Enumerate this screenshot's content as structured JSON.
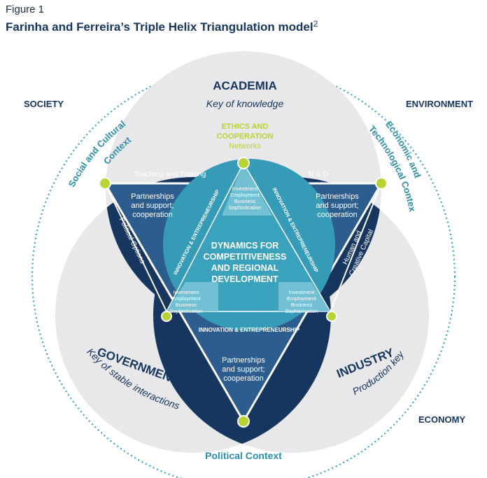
{
  "figure": {
    "label": "Figure 1",
    "title": "Farinha and Ferreira’s Triple Helix Triangulation model",
    "title_superscript": "2"
  },
  "outer": {
    "society": "SOCIETY",
    "environment": "ENVIRONMENT",
    "economy": "ECONOMY",
    "political_context": "Political Context",
    "social_cultural_line1": "Social and Cultural",
    "social_cultural_line2": "Context",
    "econ_tech_line1": "Economic and",
    "econ_tech_line2": "Technological Context"
  },
  "academia": {
    "name": "ACADEMIA",
    "subtitle": "Key of knowledge"
  },
  "government": {
    "name": "GOVERNMENT",
    "subtitle": "Key of stable interactions"
  },
  "industry": {
    "name": "INDUSTRY",
    "subtitle": "Production key"
  },
  "ethics": {
    "line1": "ETHICS AND",
    "line2": "COOPERATION",
    "line3": "Networks"
  },
  "edges": {
    "teaching": "Teaching and Training",
    "rd": "R & D",
    "political_options": "Political Options",
    "human_capital_line1": "Human and",
    "human_capital_line2": "Creative Capital"
  },
  "partnerships": {
    "line1": "Partnerships",
    "line2": "and support;",
    "line3": "cooperation"
  },
  "center": {
    "line1": "DYNAMICS FOR",
    "line2": "COMPETITIVENESS",
    "line3": "AND REGIONAL",
    "line4": "DEVELOPMENT"
  },
  "corner_box": {
    "line1": "Investment",
    "line2": "Employment",
    "line3": "Business",
    "line4": "Sophistication"
  },
  "innovation": "INNOVATION & ENTREPRENEURSHIP",
  "colors": {
    "navy": "#16365f",
    "mid_blue": "#2d5c8e",
    "teal": "#3aa2bd",
    "teal_light": "#7cc6d8",
    "lime": "#b7d433",
    "teal_text": "#2a8fa8",
    "grey_fill": "#e8e8ea"
  }
}
